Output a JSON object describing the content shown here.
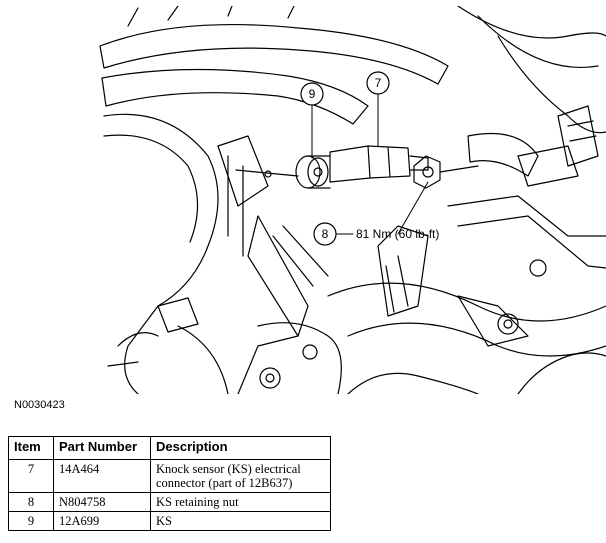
{
  "figure": {
    "id": "N0030423",
    "callouts": {
      "c9": "9",
      "c7": "7",
      "c8": "8",
      "torque": "81 Nm (60 lb-ft)"
    }
  },
  "table": {
    "headers": {
      "item": "Item",
      "part_number": "Part Number",
      "description": "Description"
    },
    "rows": [
      {
        "item": "7",
        "part_number": "14A464",
        "description": "Knock sensor (KS) electrical connector (part of 12B637)"
      },
      {
        "item": "8",
        "part_number": "N804758",
        "description": "KS retaining nut"
      },
      {
        "item": "9",
        "part_number": "12A699",
        "description": "KS"
      }
    ]
  }
}
